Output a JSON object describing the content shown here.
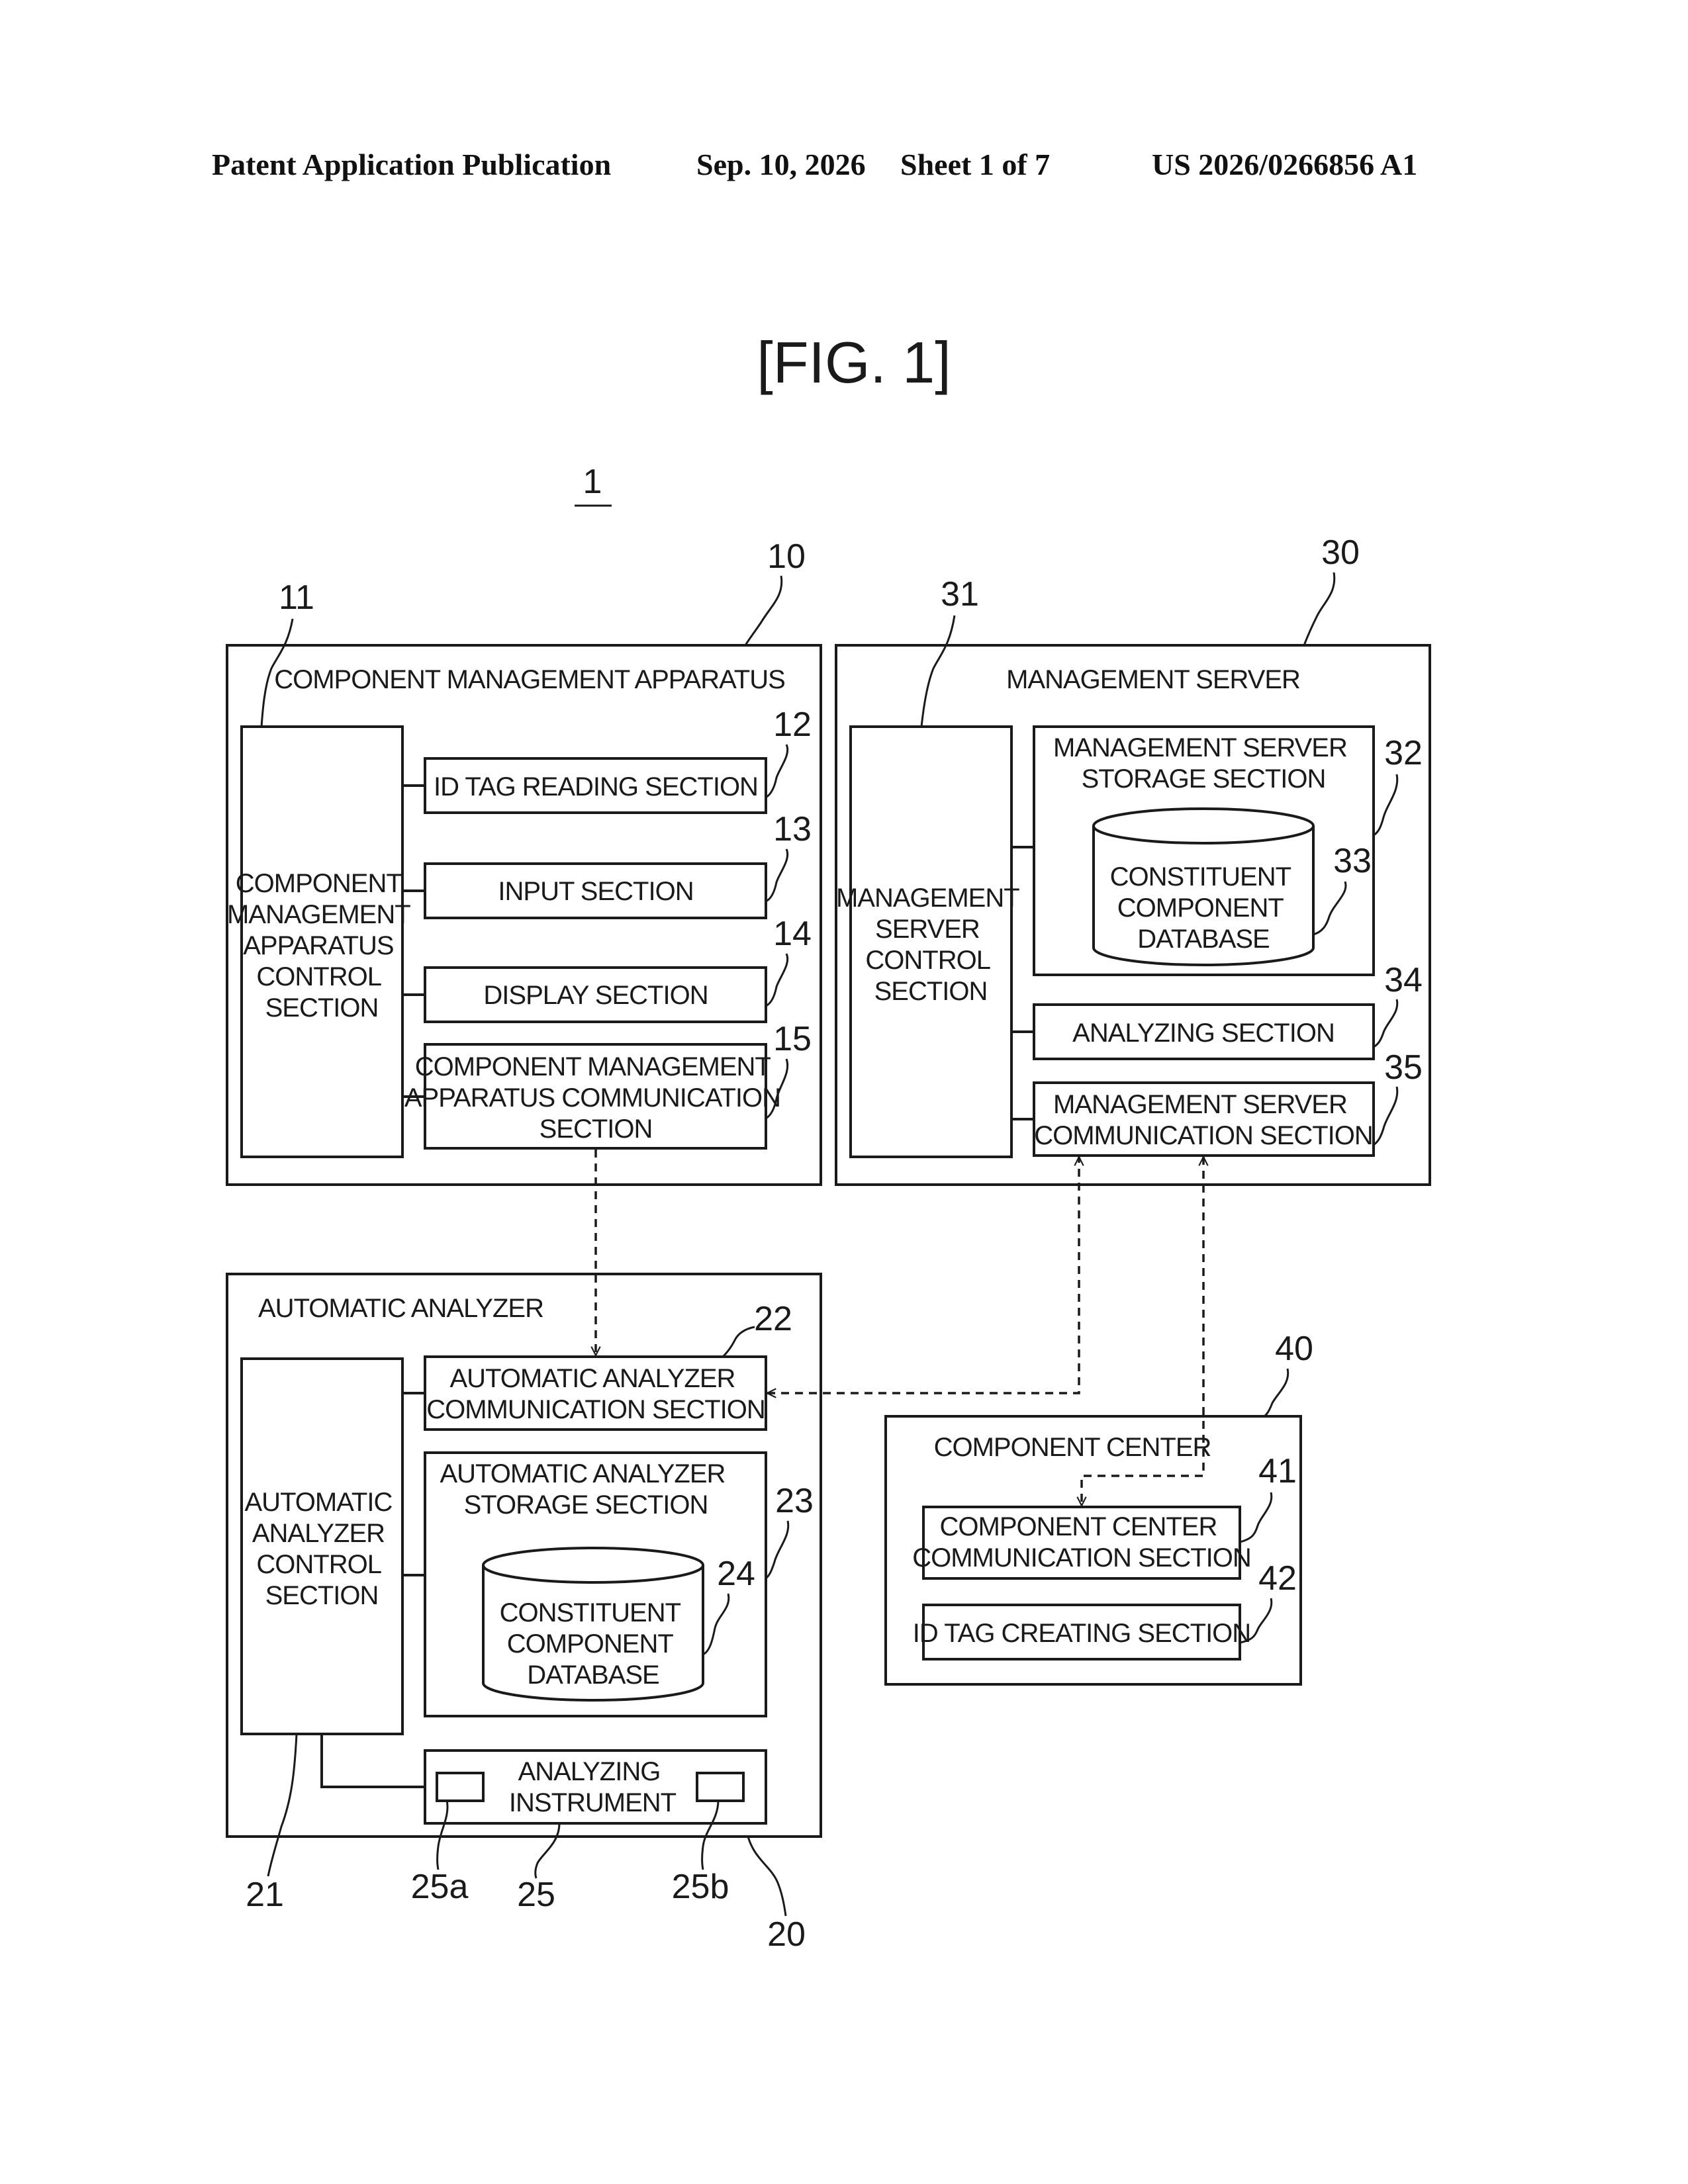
{
  "header": {
    "publication": "Patent Application Publication",
    "date": "Sep. 10, 2026",
    "sheet": "Sheet 1 of 7",
    "number": "US 2026/0266856 A1"
  },
  "figure": {
    "title": "[FIG. 1]",
    "system_ref": "1"
  },
  "nodes": {
    "cma": {
      "ref": "10",
      "label": "COMPONENT MANAGEMENT APPARATUS"
    },
    "cma_control": {
      "ref": "11",
      "lines": [
        "COMPONENT",
        "MANAGEMENT",
        "APPARATUS",
        "CONTROL",
        "SECTION"
      ]
    },
    "id_reading": {
      "ref": "12",
      "label": "ID TAG READING SECTION"
    },
    "input": {
      "ref": "13",
      "label": "INPUT SECTION"
    },
    "display": {
      "ref": "14",
      "label": "DISPLAY SECTION"
    },
    "cma_comm": {
      "ref": "15",
      "lines": [
        "COMPONENT MANAGEMENT",
        "APPARATUS COMMUNICATION",
        "SECTION"
      ]
    },
    "ms": {
      "ref": "30",
      "label": "MANAGEMENT SERVER"
    },
    "ms_control": {
      "ref": "31",
      "lines": [
        "MANAGEMENT",
        "SERVER",
        "CONTROL",
        "SECTION"
      ]
    },
    "ms_storage": {
      "ref": "32",
      "lines": [
        "MANAGEMENT SERVER",
        "STORAGE SECTION"
      ]
    },
    "ms_db": {
      "ref": "33",
      "lines": [
        "CONSTITUENT",
        "COMPONENT",
        "DATABASE"
      ]
    },
    "ms_analyzing": {
      "ref": "34",
      "label": "ANALYZING SECTION"
    },
    "ms_comm": {
      "ref": "35",
      "lines": [
        "MANAGEMENT SERVER",
        "COMMUNICATION SECTION"
      ]
    },
    "aa": {
      "ref": "20",
      "label": "AUTOMATIC ANALYZER"
    },
    "aa_control": {
      "ref": "21",
      "lines": [
        "AUTOMATIC",
        "ANALYZER",
        "CONTROL",
        "SECTION"
      ]
    },
    "aa_comm": {
      "ref": "22",
      "lines": [
        "AUTOMATIC ANALYZER",
        "COMMUNICATION SECTION"
      ]
    },
    "aa_storage": {
      "ref": "23",
      "lines": [
        "AUTOMATIC ANALYZER",
        "STORAGE SECTION"
      ]
    },
    "aa_db": {
      "ref": "24",
      "lines": [
        "CONSTITUENT",
        "COMPONENT",
        "DATABASE"
      ]
    },
    "instrument": {
      "ref": "25",
      "lines": [
        "ANALYZING",
        "INSTRUMENT"
      ]
    },
    "instr_a": {
      "ref": "25a"
    },
    "instr_b": {
      "ref": "25b"
    },
    "cc": {
      "ref": "40",
      "label": "COMPONENT CENTER"
    },
    "cc_comm": {
      "ref": "41",
      "lines": [
        "COMPONENT CENTER",
        "COMMUNICATION SECTION"
      ]
    },
    "id_creating": {
      "ref": "42",
      "label": "ID TAG CREATING SECTION"
    }
  },
  "connections": [
    {
      "from": "cma_control",
      "to": "id_reading",
      "style": "solid"
    },
    {
      "from": "cma_control",
      "to": "input",
      "style": "solid"
    },
    {
      "from": "cma_control",
      "to": "display",
      "style": "solid"
    },
    {
      "from": "cma_control",
      "to": "cma_comm",
      "style": "solid"
    },
    {
      "from": "ms_control",
      "to": "ms_storage",
      "style": "solid"
    },
    {
      "from": "ms_control",
      "to": "ms_analyzing",
      "style": "solid"
    },
    {
      "from": "ms_control",
      "to": "ms_comm",
      "style": "solid"
    },
    {
      "from": "aa_control",
      "to": "aa_comm",
      "style": "solid"
    },
    {
      "from": "aa_control",
      "to": "aa_storage",
      "style": "solid"
    },
    {
      "from": "aa_control",
      "to": "instrument",
      "style": "solid"
    },
    {
      "from": "cma_comm",
      "to": "aa_comm",
      "style": "dashed",
      "arrow": "to"
    },
    {
      "from": "aa_comm",
      "to": "ms_comm",
      "style": "dashed",
      "arrow": "both"
    },
    {
      "from": "ms_comm",
      "to": "cc_comm",
      "style": "dashed",
      "arrow": "both"
    }
  ]
}
